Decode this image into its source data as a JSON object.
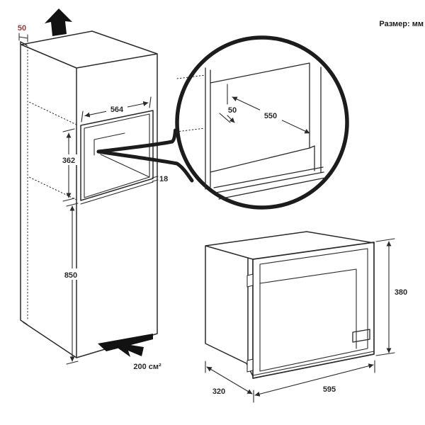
{
  "units_label": "Размер: мм",
  "cabinet": {
    "rear_gap": "50",
    "niche_width": "564",
    "niche_height": "362",
    "shelf_min_thickness": "18",
    "lower_height": "850",
    "vent_area": "200 см²"
  },
  "detail": {
    "rear_gap": "50",
    "niche_depth": "550"
  },
  "oven": {
    "height": "380",
    "width": "595",
    "depth": "320"
  },
  "colors": {
    "line": "#2a2a2a",
    "accent_red": "#8b4038",
    "fill_black": "#121212",
    "background": "#ffffff"
  }
}
